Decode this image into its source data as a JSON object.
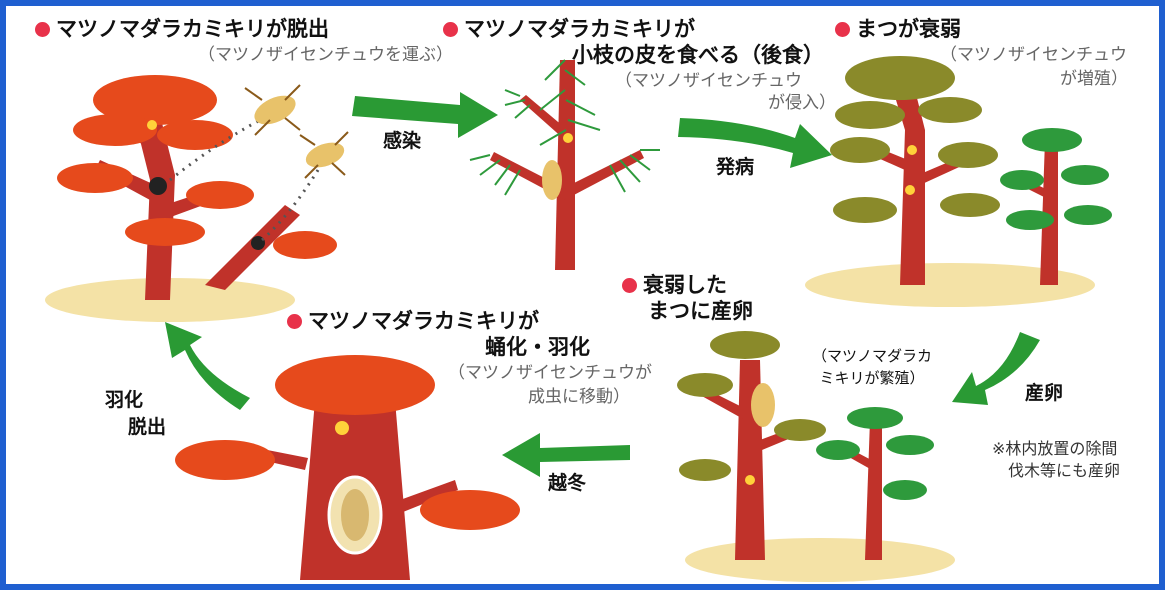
{
  "colors": {
    "border": "#1f5fd0",
    "bullet": "#e8324a",
    "arrow": "#2a9a34",
    "trunk": "#c0322a",
    "canopy_red": "#e64a1c",
    "canopy_olive": "#8a8a2a",
    "canopy_green": "#2e9a3c",
    "ground": "#f4e2a6"
  },
  "stage1": {
    "title": "マツノマダラカミキリが脱出",
    "sub": "（マツノザイセンチュウを運ぶ）"
  },
  "stage2": {
    "title_1": "マツノマダラカミキリが",
    "title_2": "小枝の皮を食べる（後食）",
    "sub_1": "（マツノザイセンチュウ",
    "sub_2": "が侵入）"
  },
  "stage3": {
    "title": "まつが衰弱",
    "sub_1": "（マツノザイセンチュウ",
    "sub_2": "が増殖）"
  },
  "stage4": {
    "title_1": "衰弱した",
    "title_2": "まつに産卵",
    "box_1": "（マツノマダラカ",
    "box_2": "ミキリが繁殖）",
    "note_1": "※林内放置の除間",
    "note_2": "伐木等にも産卵"
  },
  "stage5": {
    "title_1": "マツノマダラカミキリが",
    "title_2": "蛹化・羽化",
    "sub_1": "（マツノザイセンチュウが",
    "sub_2": "成虫に移動）"
  },
  "arrows": {
    "infect": "感染",
    "onset": "発病",
    "lay": "産卵",
    "winter": "越冬",
    "emerge_1": "羽化",
    "emerge_2": "脱出"
  }
}
